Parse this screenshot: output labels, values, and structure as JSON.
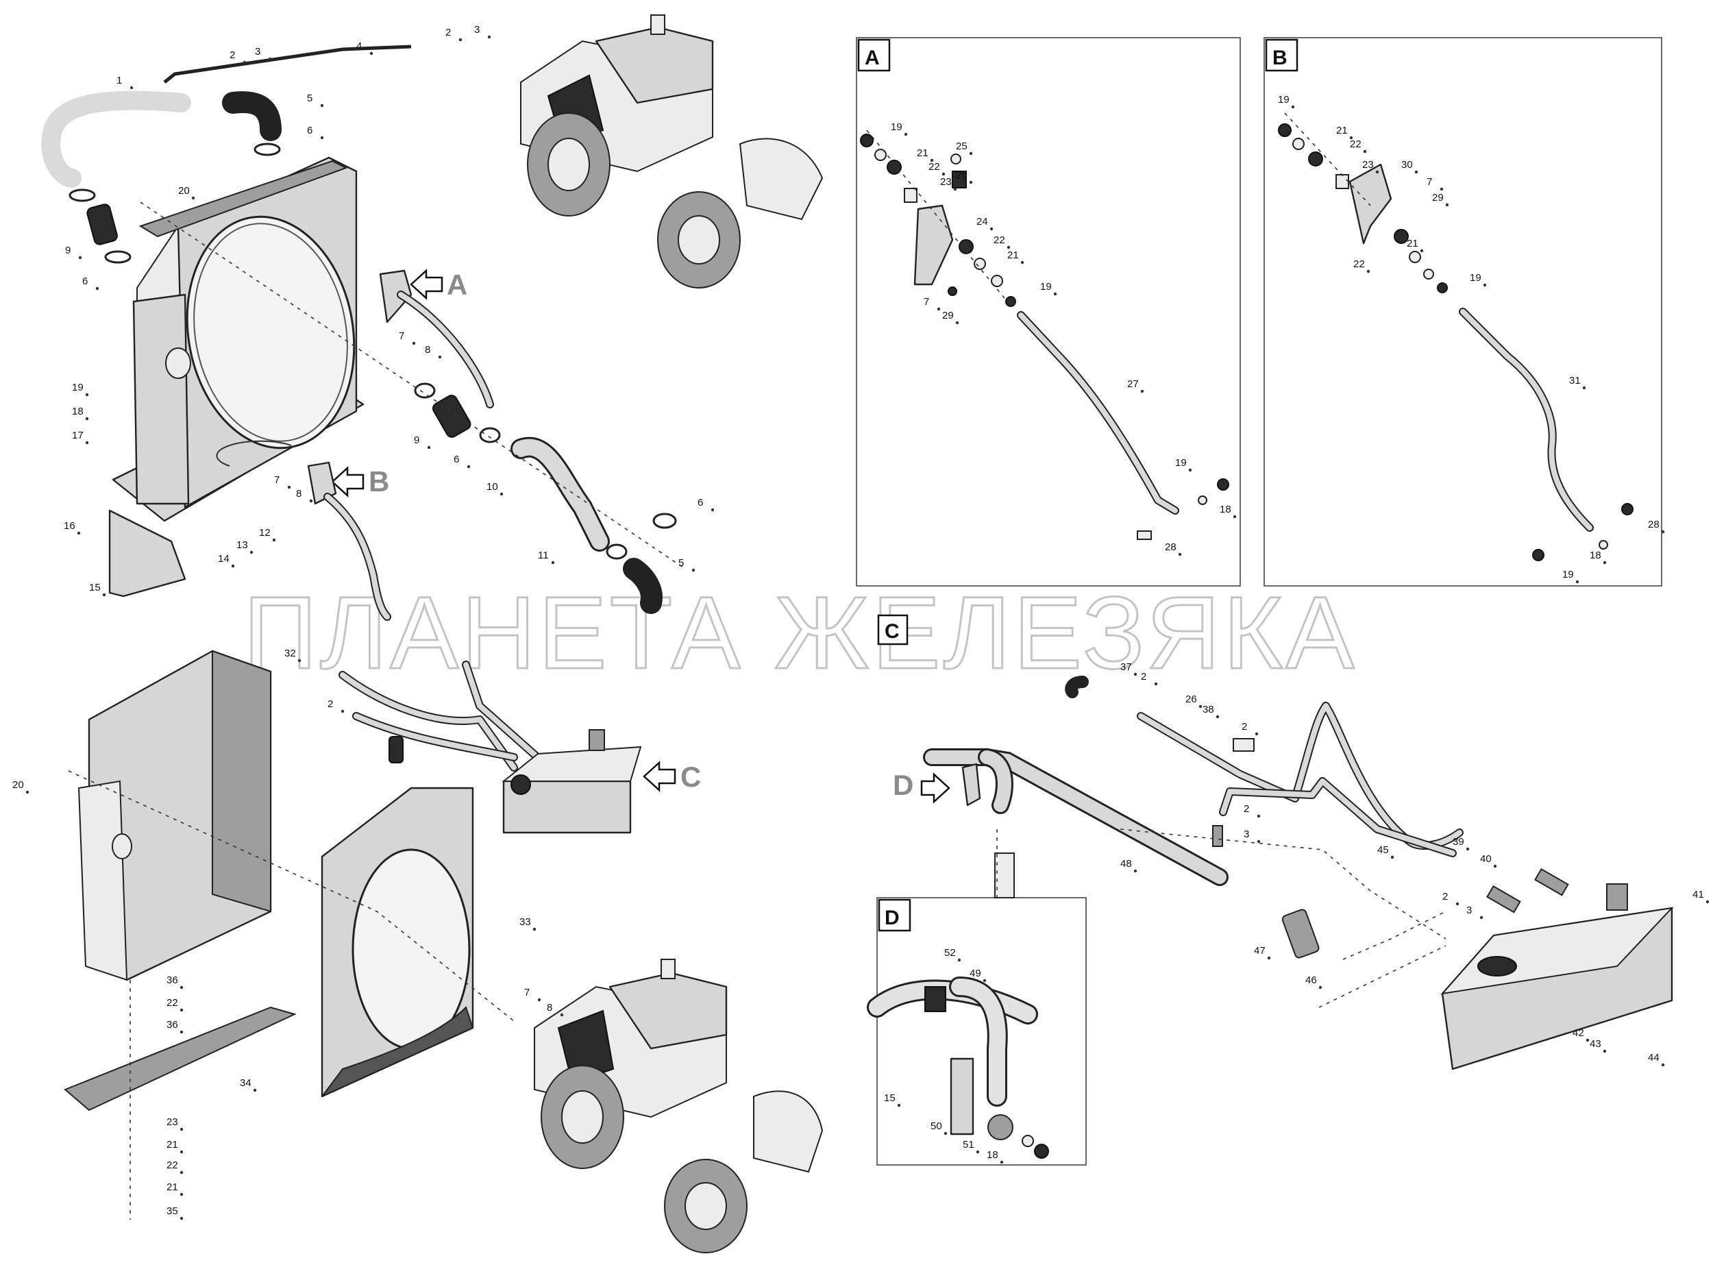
{
  "watermark": "ПЛАНЕТА ЖЕЛЕЗЯКА",
  "detail_views": [
    {
      "id": "A",
      "label": "A"
    },
    {
      "id": "B",
      "label": "B"
    },
    {
      "id": "C",
      "label": "C"
    },
    {
      "id": "D",
      "label": "D"
    }
  ],
  "callouts": {
    "main_upper": [
      "1",
      "2",
      "3",
      "4",
      "2",
      "3",
      "5",
      "6",
      "9",
      "6",
      "20",
      "7",
      "8",
      "9",
      "6",
      "10",
      "6",
      "11",
      "5",
      "19",
      "18",
      "17",
      "7",
      "8",
      "16",
      "14",
      "13",
      "12",
      "15"
    ],
    "main_lower": [
      "32",
      "2",
      "20",
      "33",
      "7",
      "8",
      "36",
      "22",
      "36",
      "34",
      "23",
      "21",
      "22",
      "21",
      "35"
    ],
    "detail_a": [
      "19",
      "21",
      "22",
      "23",
      "25",
      "26",
      "24",
      "22",
      "21",
      "19",
      "7",
      "29",
      "27",
      "19",
      "18",
      "28"
    ],
    "detail_b": [
      "19",
      "21",
      "22",
      "23",
      "30",
      "7",
      "29",
      "22",
      "21",
      "19",
      "31",
      "28",
      "18",
      "19"
    ],
    "line_c": [
      "37",
      "2",
      "26",
      "38",
      "2",
      "2",
      "3",
      "45",
      "48",
      "39",
      "40",
      "2",
      "3",
      "41",
      "47",
      "46",
      "42",
      "43",
      "44"
    ],
    "detail_d": [
      "52",
      "49",
      "15",
      "50",
      "51",
      "18"
    ]
  }
}
